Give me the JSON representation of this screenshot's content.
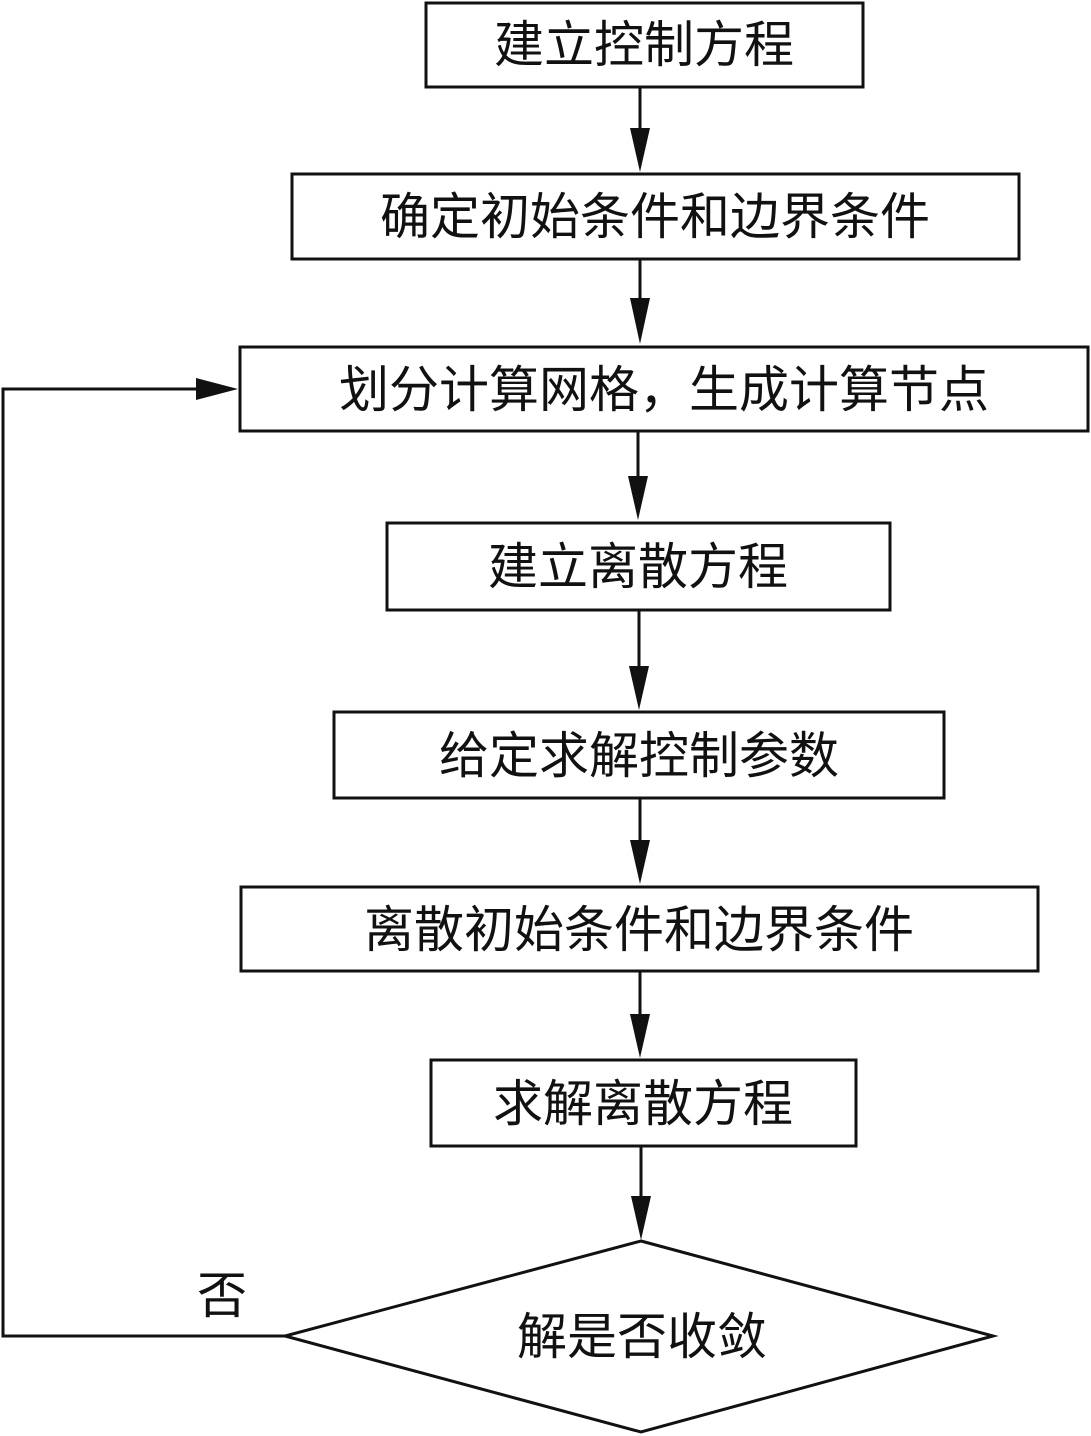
{
  "diagram": {
    "type": "flowchart",
    "nodes": [
      {
        "id": "n1",
        "shape": "rect",
        "label": "建立控制方程"
      },
      {
        "id": "n2",
        "shape": "rect",
        "label": "确定初始条件和边界条件"
      },
      {
        "id": "n3",
        "shape": "rect",
        "label": "划分计算网格，生成计算节点"
      },
      {
        "id": "n4",
        "shape": "rect",
        "label": "建立离散方程"
      },
      {
        "id": "n5",
        "shape": "rect",
        "label": "给定求解控制参数"
      },
      {
        "id": "n6",
        "shape": "rect",
        "label": "离散初始条件和边界条件"
      },
      {
        "id": "n7",
        "shape": "rect",
        "label": "求解离散方程"
      },
      {
        "id": "n8",
        "shape": "diamond",
        "label": "解是否收敛"
      }
    ],
    "edges": [
      {
        "from": "n1",
        "to": "n2",
        "label": ""
      },
      {
        "from": "n2",
        "to": "n3",
        "label": ""
      },
      {
        "from": "n3",
        "to": "n4",
        "label": ""
      },
      {
        "from": "n4",
        "to": "n5",
        "label": ""
      },
      {
        "from": "n5",
        "to": "n6",
        "label": ""
      },
      {
        "from": "n6",
        "to": "n7",
        "label": ""
      },
      {
        "from": "n7",
        "to": "n8",
        "label": ""
      },
      {
        "from": "n8",
        "to": "n3",
        "label": "否"
      }
    ],
    "loop_label": "否"
  }
}
